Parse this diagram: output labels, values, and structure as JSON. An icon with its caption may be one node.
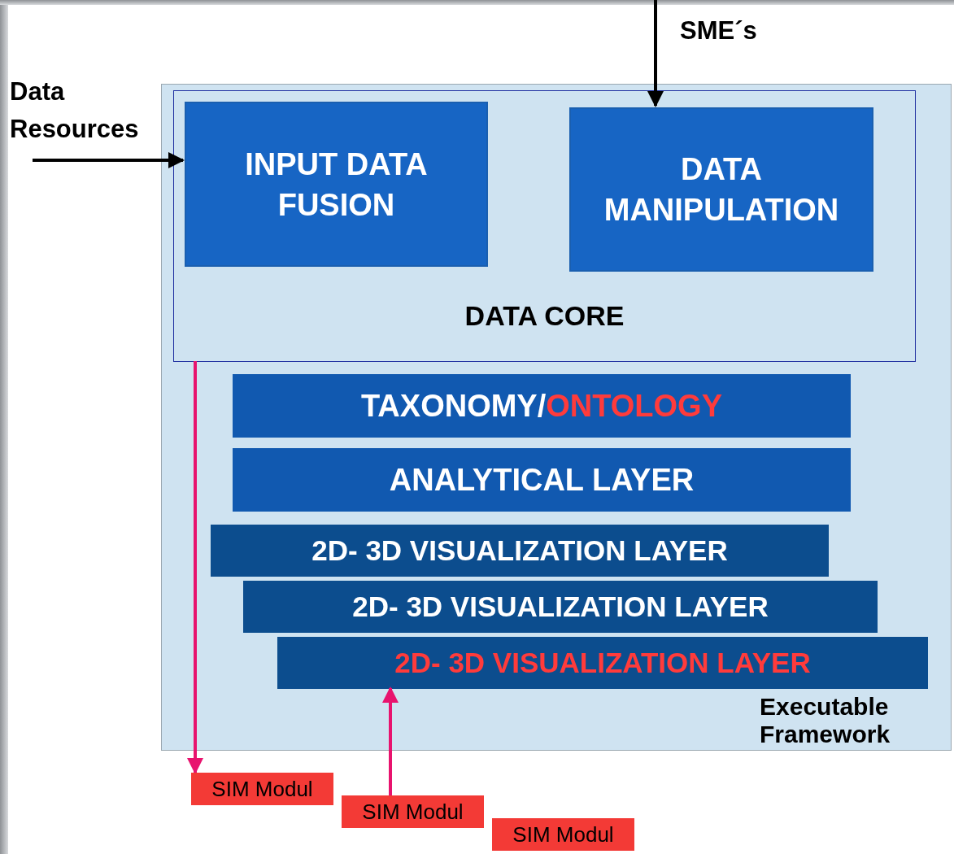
{
  "diagram": {
    "nodes": [
      {
        "text": [
          "Executable Framework"
        ]
      },
      {
        "text": [
          "DATA CORE"
        ],
        "in": 0
      },
      {
        "text": [
          "INPUT DATA FUSION"
        ],
        "in": 1
      },
      {
        "text": [
          "DATA MANIPULATION"
        ],
        "in": 1
      },
      {
        "text": [
          "TAXONOMY/",
          "ONTOLOGY"
        ],
        "in": 0
      },
      {
        "text": [
          "ANALYTICAL LAYER"
        ],
        "in": 0
      },
      {
        "text": [
          "2D- 3D VISUALIZATION LAYER"
        ],
        "in": 0
      },
      {
        "text": [
          "2D- 3D VISUALIZATION LAYER"
        ],
        "in": 0
      },
      {
        "text": [
          "2D- 3D VISUALIZATION LAYER"
        ],
        "in": 0
      },
      {
        "text": [
          "SIM Modul"
        ]
      },
      {
        "text": [
          "SIM Modul"
        ]
      },
      {
        "text": [
          "SIM Modul"
        ]
      }
    ],
    "edges": [
      {
        "from": null,
        "to": 3,
        "arrow": "to",
        "label": "SME´s"
      },
      {
        "from": null,
        "to": 2,
        "arrow": "to",
        "label": "Data Resources"
      },
      {
        "from": 1,
        "to": 9,
        "arrow": "to",
        "color": "#e8136e"
      },
      {
        "from": 10,
        "to": 8,
        "arrow": "to",
        "color": "#e8136e"
      }
    ]
  }
}
